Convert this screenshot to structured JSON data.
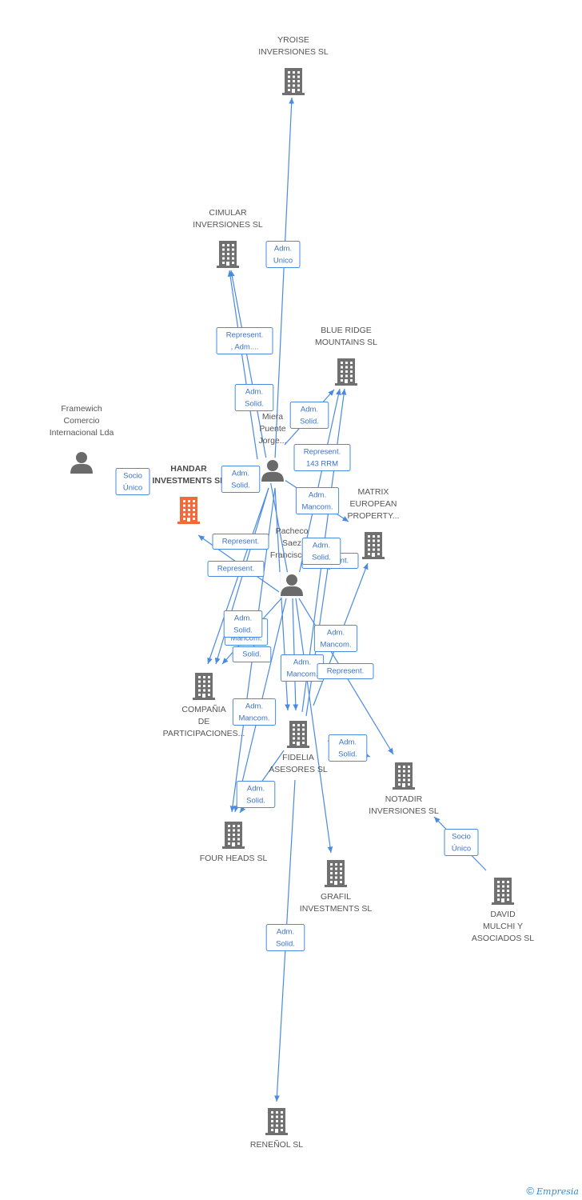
{
  "nodes": {
    "yroise": {
      "type": "company",
      "lines": [
        "YROISE",
        "INVERSIONES SL"
      ]
    },
    "cimular": {
      "type": "company",
      "lines": [
        "CIMULAR",
        "INVERSIONES SL"
      ]
    },
    "blueridge": {
      "type": "company",
      "lines": [
        "BLUE RIDGE",
        "MOUNTAINS SL"
      ]
    },
    "framewich": {
      "type": "person",
      "lines": [
        "Framewich",
        "Comercio",
        "Internacional Lda"
      ]
    },
    "handar": {
      "type": "company",
      "main": true,
      "lines": [
        "HANDAR",
        "INVESTMENTS SL"
      ]
    },
    "miera": {
      "type": "person",
      "lines": [
        "Miera",
        "Puente",
        "Jorge..."
      ]
    },
    "matrix": {
      "type": "company",
      "lines": [
        "MATRIX",
        "EUROPEAN",
        "PROPERTY..."
      ]
    },
    "pacheco": {
      "type": "person",
      "lines": [
        "Pacheco",
        "Saez",
        "Francisco..."
      ]
    },
    "compania": {
      "type": "company",
      "lines": [
        "COMPAÑIA",
        "DE",
        "PARTICIPACIONES..."
      ]
    },
    "fidelia": {
      "type": "company",
      "lines": [
        "FIDELIA",
        "ASESORES SL"
      ]
    },
    "notadir": {
      "type": "company",
      "lines": [
        "NOTADIR",
        "INVERSIONES SL"
      ]
    },
    "fourheads": {
      "type": "company",
      "lines": [
        "FOUR HEADS SL"
      ]
    },
    "grafil": {
      "type": "company",
      "lines": [
        "GRAFIL",
        "INVESTMENTS SL"
      ]
    },
    "david": {
      "type": "company",
      "lines": [
        "DAVID",
        "MULCHI Y",
        "ASOCIADOS SL"
      ]
    },
    "renenol": {
      "type": "company",
      "lines": [
        "RENEÑOL SL"
      ]
    }
  },
  "edges": [
    {
      "from": "miera",
      "to": "yroise",
      "lines": [
        "Adm.",
        "Unico"
      ]
    },
    {
      "from": "miera",
      "to": "cimular",
      "lines": [
        "Represent.",
        ", Adm...."
      ]
    },
    {
      "from": "pacheco",
      "to": "cimular",
      "lines": [
        "Adm.",
        "Solid."
      ]
    },
    {
      "from": "miera",
      "to": "blueridge",
      "lines": [
        "Adm.",
        "Solid."
      ]
    },
    {
      "from": "pacheco",
      "to": "blueridge",
      "lines": [
        "Represent.",
        "143 RRM"
      ]
    },
    {
      "from": "framewich",
      "to": "handar",
      "lines": [
        "Socio",
        "Único"
      ]
    },
    {
      "from": "miera",
      "to": "fourheads",
      "lines": [
        "Adm.",
        "Solid."
      ]
    },
    {
      "from": "miera",
      "to": "matrix",
      "lines": [
        "Adm.",
        "Mancom."
      ]
    },
    {
      "from": "pacheco",
      "to": "handar",
      "lines": [
        "Represent."
      ]
    },
    {
      "from": "miera",
      "to": "compania",
      "lines": [
        "Represent."
      ]
    },
    {
      "from": "fidelia",
      "to": "matrix",
      "lines": [
        "Represent."
      ]
    },
    {
      "from": "fidelia",
      "to": "blueridge",
      "lines": [
        "Adm.",
        "Solid."
      ]
    },
    {
      "from": "miera",
      "to": "compania",
      "lines": [
        "Adm.",
        "Mancom."
      ]
    },
    {
      "from": "pacheco",
      "to": "compania",
      "lines": [
        "Adm.",
        "Solid."
      ]
    },
    {
      "from": "pacheco",
      "to": "fourheads",
      "lines": [
        "Solid."
      ]
    },
    {
      "from": "fidelia",
      "to": "matrix",
      "lines": [
        "Adm.",
        "Mancom."
      ]
    },
    {
      "from": "pacheco",
      "to": "fidelia",
      "lines": [
        "Adm.",
        "Mancom."
      ]
    },
    {
      "from": "pacheco",
      "to": "notadir",
      "lines": [
        "Represent."
      ]
    },
    {
      "from": "miera",
      "to": "fidelia",
      "lines": [
        "Adm.",
        "Mancom."
      ]
    },
    {
      "from": "fidelia",
      "to": "notadir",
      "lines": [
        "Adm.",
        "Solid."
      ]
    },
    {
      "from": "fidelia",
      "to": "fourheads",
      "lines": [
        "Adm.",
        "Solid."
      ]
    },
    {
      "from": "pacheco",
      "to": "grafil",
      "lines": []
    },
    {
      "from": "david",
      "to": "notadir",
      "lines": [
        "Socio",
        "Único"
      ]
    },
    {
      "from": "fidelia",
      "to": "renenol",
      "lines": [
        "Adm.",
        "Solid."
      ]
    }
  ],
  "colors": {
    "edge": "#4a8ae0",
    "edge_label_text": "#3a72c8",
    "company_icon": "#707070",
    "main_company_icon": "#f26a3a",
    "person_icon": "#6a6a6a",
    "node_label": "#555555"
  },
  "credit": {
    "symbol": "©",
    "brand": "Empresia"
  }
}
